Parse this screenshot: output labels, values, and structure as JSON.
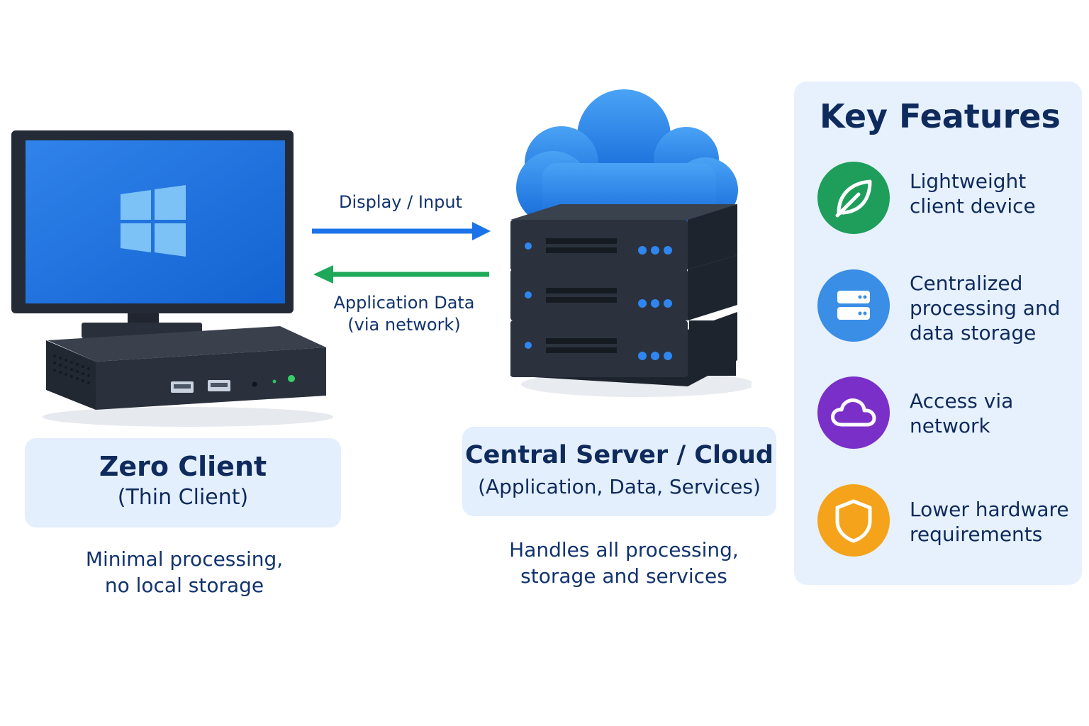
{
  "arrows": {
    "display_input": "Display / Input",
    "application_data_line1": "Application Data",
    "application_data_line2": "(via network)"
  },
  "zero_client": {
    "title": "Zero Client",
    "subtitle": "(Thin Client)",
    "caption_line1": "Minimal processing,",
    "caption_line2": "no local storage"
  },
  "server": {
    "title": "Central Server / Cloud",
    "subtitle": "(Application, Data, Services)",
    "caption_line1": "Handles all processing,",
    "caption_line2": "storage and services"
  },
  "features": {
    "title": "Key Features",
    "items": [
      {
        "icon": "leaf-icon",
        "color": "#1e9e5a",
        "line1": "Lightweight",
        "line2": "client device",
        "line3": ""
      },
      {
        "icon": "server-icon",
        "color": "#3a8ee6",
        "line1": "Centralized",
        "line2": "processing and",
        "line3": "data storage"
      },
      {
        "icon": "cloud-icon",
        "color": "#7b2fc9",
        "line1": "Access via",
        "line2": "network",
        "line3": ""
      },
      {
        "icon": "shield-icon",
        "color": "#f5a31a",
        "line1": "Lower hardware",
        "line2": "requirements",
        "line3": ""
      }
    ]
  },
  "colors": {
    "display_arrow": "#1a73e8",
    "data_arrow": "#1ea85a",
    "card_bg": "#e3effd",
    "text_dark": "#0f2a5c"
  }
}
